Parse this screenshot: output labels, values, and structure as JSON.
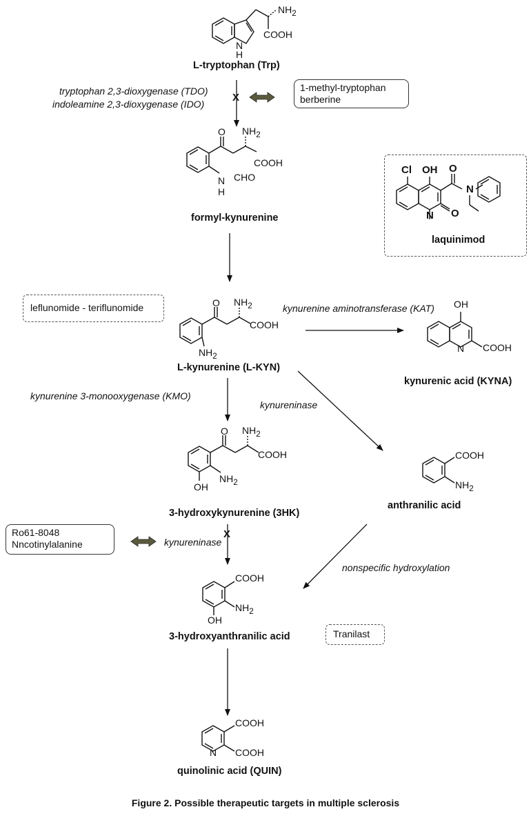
{
  "compounds": {
    "trp": "L-tryptophan (Trp)",
    "formyl": "formyl-kynurenine",
    "lkyn": "L-kynurenine (L-KYN)",
    "kyna": "kynurenic acid (KYNA)",
    "hk3": "3-hydroxykynurenine (3HK)",
    "anthranilic": "anthranilic acid",
    "haa": "3-hydroxyanthranilic acid",
    "quin": "quinolinic acid (QUIN)",
    "laquinimod": "laquinimod"
  },
  "enzymes": {
    "tdo": "tryptophan 2,3-dioxygenase (TDO)",
    "ido": "indoleamine 2,3-dioxygenase (IDO)",
    "kat": "kynurenine aminotransferase (KAT)",
    "kmo": "kynurenine 3-monooxygenase (KMO)",
    "kynureninase_a": "kynureninase",
    "kynureninase_b": "kynureninase",
    "nonspecific": "nonspecific hydroxylation"
  },
  "inhibitors": {
    "ido_line1": "1-methyl-tryptophan",
    "ido_line2": "berberine",
    "lefl": "leflunomide - teriflunomide",
    "ro_line1": "Ro61-8048",
    "ro_line2": "Nncotinylalanine",
    "tranilast": "Tranilast"
  },
  "block_marks": {
    "ido": "X",
    "kynureninase": "X"
  },
  "atoms": {
    "nh2": "NH",
    "sub2": "2",
    "cooh": "COOH",
    "h": "H",
    "cho": "CHO",
    "n": "N",
    "o": "O",
    "oh": "OH",
    "cl": "Cl"
  },
  "caption": "Figure 2. Possible therapeutic targets in multiple sclerosis",
  "colors": {
    "double_arrow": "#5c5a3e",
    "line": "#111111"
  }
}
